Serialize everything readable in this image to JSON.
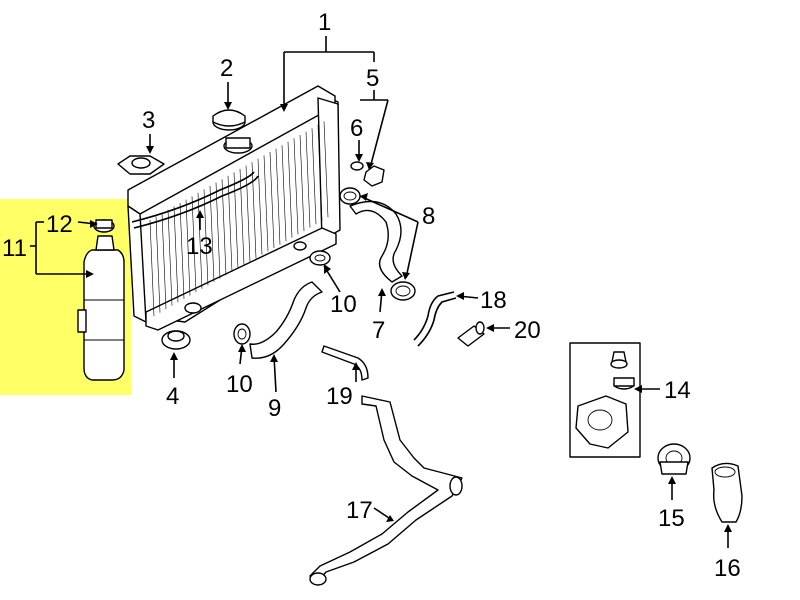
{
  "highlight_color": "#ffff66",
  "labels": {
    "p1": "1",
    "p2": "2",
    "p3": "3",
    "p4": "4",
    "p5": "5",
    "p6": "6",
    "p7": "7",
    "p8": "8",
    "p9": "9",
    "p10a": "10",
    "p10b": "10",
    "p11": "11",
    "p12": "12",
    "p13": "13",
    "p14": "14",
    "p15": "15",
    "p16": "16",
    "p17": "17",
    "p18": "18",
    "p19": "19",
    "p20": "20"
  },
  "parts": [
    {
      "key": "radiator-assembly",
      "label": "1"
    },
    {
      "key": "radiator-cap",
      "label": "2"
    },
    {
      "key": "upper-mount-insulator",
      "label": "3"
    },
    {
      "key": "lower-mount-insulator",
      "label": "4"
    },
    {
      "key": "drain-plug-assembly",
      "label": "5"
    },
    {
      "key": "o-ring",
      "label": "6"
    },
    {
      "key": "upper-radiator-hose",
      "label": "7"
    },
    {
      "key": "hose-clamps-upper",
      "label": "8"
    },
    {
      "key": "lower-radiator-hose",
      "label": "9"
    },
    {
      "key": "hose-clamps-lower",
      "label": "10"
    },
    {
      "key": "coolant-reservoir",
      "label": "11"
    },
    {
      "key": "reservoir-cap",
      "label": "12"
    },
    {
      "key": "overflow-hose",
      "label": "13"
    },
    {
      "key": "thermostat-housing-kit",
      "label": "14"
    },
    {
      "key": "thermostat",
      "label": "15"
    },
    {
      "key": "water-outlet",
      "label": "16"
    },
    {
      "key": "water-pipe",
      "label": "17"
    },
    {
      "key": "bypass-hose",
      "label": "18"
    },
    {
      "key": "by-pass-hose",
      "label": "19"
    },
    {
      "key": "temperature-sensor",
      "label": "20"
    }
  ]
}
